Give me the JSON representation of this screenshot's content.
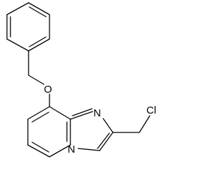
{
  "molecule": {
    "atom_labels": {
      "oxygen": "O",
      "nitrogen_top": "N",
      "nitrogen_bridge": "N",
      "chlorine": "Cl"
    },
    "colors": {
      "bond": "#000000",
      "background": "#ffffff"
    }
  }
}
